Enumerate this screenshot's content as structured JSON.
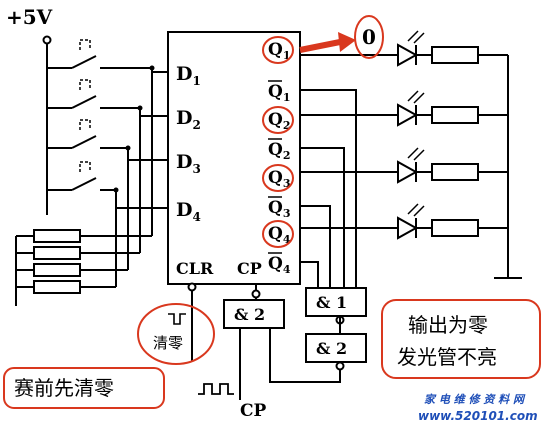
{
  "power_label": "+5V",
  "chip": {
    "inputs": [
      {
        "name": "D",
        "sub": "1"
      },
      {
        "name": "D",
        "sub": "2"
      },
      {
        "name": "D",
        "sub": "3"
      },
      {
        "name": "D",
        "sub": "4"
      }
    ],
    "outputs": [
      {
        "name": "Q",
        "sub": "1",
        "bar": false,
        "circled": true
      },
      {
        "name": "Q",
        "sub": "1",
        "bar": true,
        "circled": false
      },
      {
        "name": "Q",
        "sub": "2",
        "bar": false,
        "circled": true
      },
      {
        "name": "Q",
        "sub": "2",
        "bar": true,
        "circled": false
      },
      {
        "name": "Q",
        "sub": "3",
        "bar": false,
        "circled": true
      },
      {
        "name": "Q",
        "sub": "3",
        "bar": true,
        "circled": false
      },
      {
        "name": "Q",
        "sub": "4",
        "bar": false,
        "circled": true
      },
      {
        "name": "Q",
        "sub": "4",
        "bar": true,
        "circled": false
      }
    ],
    "clr_label": "CLR",
    "cp_label": "CP"
  },
  "gates": {
    "and2_left": "& 2",
    "and1_right": "& 1",
    "and2_right": "& 2"
  },
  "cp_input_label": "CP",
  "clear_label": "清零",
  "output_value": "0",
  "note_right": [
    "输出为零",
    "发光管不亮"
  ],
  "note_left": "赛前先清零",
  "watermark": "家 电 维 修 资 料 网",
  "watermark_url": "www.520101.com",
  "colors": {
    "wire": "#000000",
    "highlight": "#d9381e",
    "watermark": "#1f4fb8"
  }
}
